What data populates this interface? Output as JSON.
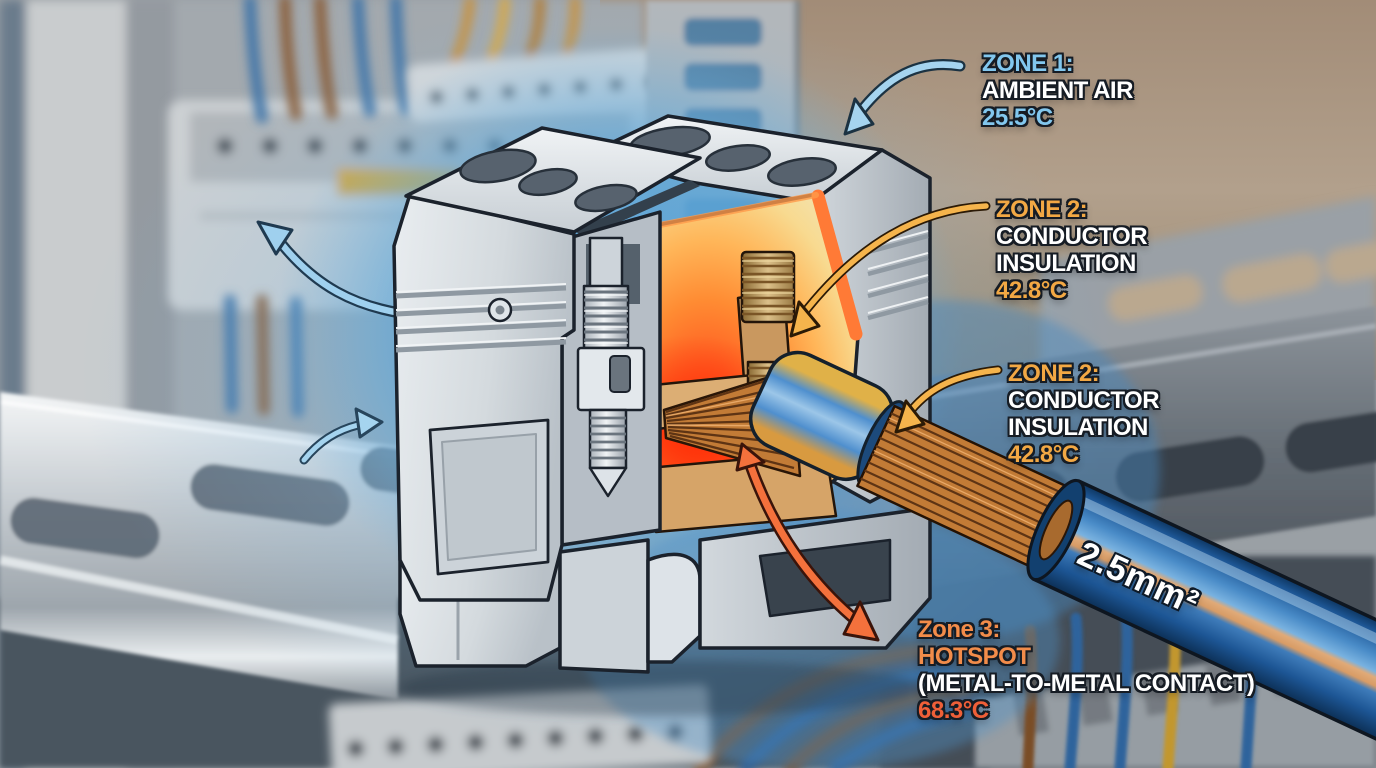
{
  "labels": {
    "zone1": {
      "title": "ZONE 1:",
      "lines": [
        "AMBIENT AIR"
      ],
      "temp": "25.5°C"
    },
    "zone2a": {
      "title": "ZONE 2:",
      "lines": [
        "CONDUCTOR",
        "INSULATION"
      ],
      "temp": "42.8°C"
    },
    "zone2b": {
      "title": "ZONE 2:",
      "lines": [
        "CONDUCTOR",
        "INSULATION"
      ],
      "temp": "42.8°C"
    },
    "zone3": {
      "title": "Zone 3:",
      "lines": [
        "HOTSPOT",
        "(METAL-TO-METAL CONTACT)"
      ],
      "temp": "68.3°C"
    }
  },
  "wire": {
    "size_label": "2.5mm²"
  },
  "colors": {
    "zone1_accent": "#82c7ee",
    "zone2_accent": "#f2a844",
    "zone3_title": "#f28c4a",
    "zone3_temp": "#ef5f38",
    "label_text": "#ffffff",
    "label_outline": "#161c24",
    "glow_blue": "#5ba3d4",
    "hotspot_orange": "#ff6a2a",
    "wire_blue": "#2f74b8",
    "copper": "#b5722f"
  }
}
